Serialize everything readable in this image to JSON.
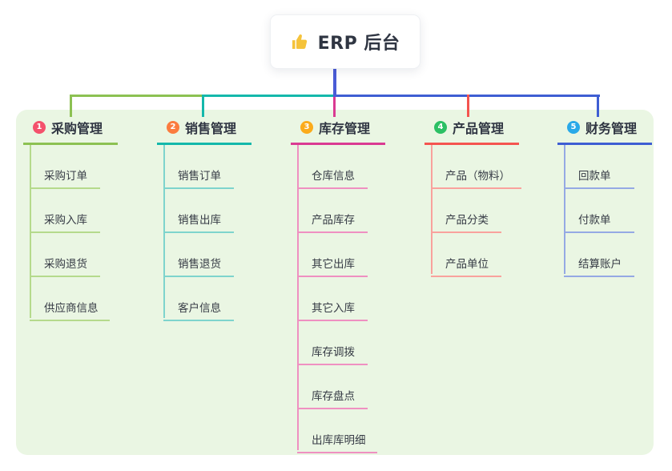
{
  "root": {
    "title": "ERP 后台",
    "icon": "thumbs-up-icon"
  },
  "palette": {
    "canvas_bg": "#ffffff",
    "panel_bg": "#eaf6e3",
    "trunk_color": "#4a5cd6",
    "title_text": "#2f3542",
    "heading_text": "#2f3542",
    "child_text": "#363b45",
    "icon_color": "#f5c33b"
  },
  "branches": [
    {
      "num": "1",
      "label": "采购管理",
      "circle_color": "#f4516c",
      "line_color": "#8cc152",
      "child_line_color": "#b5da8c",
      "children": [
        "采购订单",
        "采购入库",
        "采购退货",
        "供应商信息"
      ]
    },
    {
      "num": "2",
      "label": "销售管理",
      "circle_color": "#fb7c3f",
      "line_color": "#14b8ab",
      "child_line_color": "#7ed4cd",
      "children": [
        "销售订单",
        "销售出库",
        "销售退货",
        "客户信息"
      ]
    },
    {
      "num": "3",
      "label": "库存管理",
      "circle_color": "#fbab1b",
      "line_color": "#da3a92",
      "child_line_color": "#ef90c1",
      "children": [
        "仓库信息",
        "产品库存",
        "其它出库",
        "其它入库",
        "库存调拨",
        "库存盘点",
        "出库库明细"
      ]
    },
    {
      "num": "4",
      "label": "产品管理",
      "circle_color": "#2cc064",
      "line_color": "#f4544f",
      "child_line_color": "#f9a29d",
      "children": [
        "产品（物料）",
        "产品分类",
        "产品单位"
      ]
    },
    {
      "num": "5",
      "label": "财务管理",
      "circle_color": "#29a9e8",
      "line_color": "#3e5ed3",
      "child_line_color": "#95a9e4",
      "children": [
        "回款单",
        "付款单",
        "结算账户"
      ]
    }
  ]
}
